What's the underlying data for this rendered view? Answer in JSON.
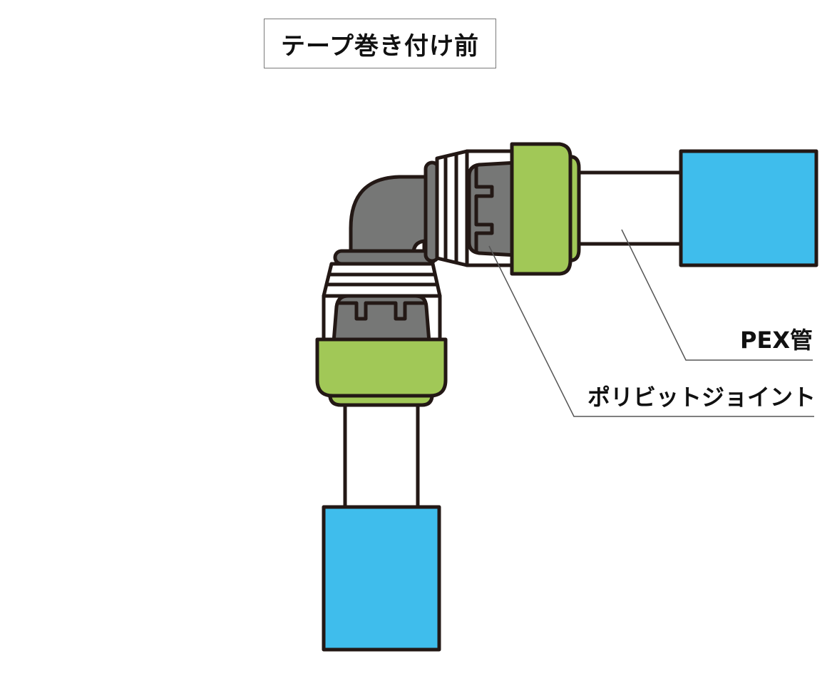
{
  "title": "テープ巻き付け前",
  "labels": {
    "pex_pipe": "PEX管",
    "polybit_joint": "ポリビットジョイント"
  },
  "colors": {
    "pipe_insulation": "#3fbdec",
    "fitting_cap": "#a1c857",
    "fitting_body": "#767776",
    "outline": "#231815",
    "leader_line": "#555555"
  }
}
